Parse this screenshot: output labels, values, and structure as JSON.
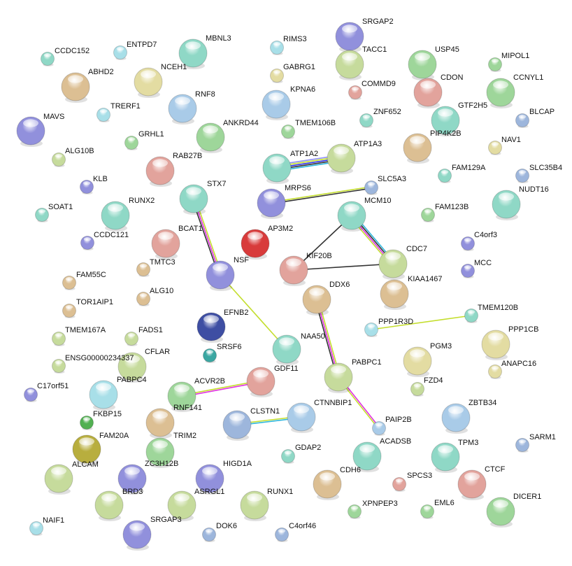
{
  "palette": {
    "teal": "#8fd8c6",
    "green": "#9ed69a",
    "cyan": "#a8dfe8",
    "purple": "#9190dc",
    "tan": "#dcbf93",
    "salmon": "#e2a39c",
    "yellow": "#e3dca2",
    "yellowgreen": "#c6db9c",
    "blue": "#9db6dc",
    "lightblue": "#a9cbe8",
    "red": "#d83b3b",
    "navy": "#3e4ea3",
    "darkteal": "#3aa7a2",
    "olive": "#b8ae3e",
    "darkgreen": "#52b052"
  },
  "evidence_colors": {
    "yellowgreen": "#c4de2e",
    "magenta": "#e033e0",
    "black": "#333333",
    "cyan": "#2fb6dc",
    "blue": "#2424e8",
    "lavender": "#8f8ff5"
  },
  "nodes": [
    {
      "label": "CCDC152",
      "color": "teal"
    },
    {
      "label": "ENTPD7",
      "color": "cyan"
    },
    {
      "label": "MBNL3",
      "color": "teal"
    },
    {
      "label": "RIMS3",
      "color": "cyan"
    },
    {
      "label": "SRGAP2",
      "color": "purple"
    },
    {
      "label": "TACC1",
      "color": "yellowgreen"
    },
    {
      "label": "USP45",
      "color": "green"
    },
    {
      "label": "MIPOL1",
      "color": "green"
    },
    {
      "label": "ABHD2",
      "color": "tan"
    },
    {
      "label": "NCEH1",
      "color": "yellow"
    },
    {
      "label": "GABRG1",
      "color": "yellow"
    },
    {
      "label": "COMMD9",
      "color": "salmon"
    },
    {
      "label": "CDON",
      "color": "salmon"
    },
    {
      "label": "CCNYL1",
      "color": "green"
    },
    {
      "label": "RNF8",
      "color": "lightblue"
    },
    {
      "label": "KPNA6",
      "color": "lightblue"
    },
    {
      "label": "TRERF1",
      "color": "cyan"
    },
    {
      "label": "MAVS",
      "color": "purple"
    },
    {
      "label": "GRHL1",
      "color": "green"
    },
    {
      "label": "ANKRD44",
      "color": "green"
    },
    {
      "label": "TMEM106B",
      "color": "green"
    },
    {
      "label": "ZNF652",
      "color": "teal"
    },
    {
      "label": "GTF2H5",
      "color": "teal"
    },
    {
      "label": "BLCAP",
      "color": "blue"
    },
    {
      "label": "PIP4K2B",
      "color": "tan"
    },
    {
      "label": "NAV1",
      "color": "yellow"
    },
    {
      "label": "ALG10B",
      "color": "yellowgreen"
    },
    {
      "label": "RAB27B",
      "color": "salmon"
    },
    {
      "label": "ATP1A2",
      "color": "teal"
    },
    {
      "label": "ATP1A3",
      "color": "yellowgreen"
    },
    {
      "label": "FAM129A",
      "color": "teal"
    },
    {
      "label": "SLC35B4",
      "color": "blue"
    },
    {
      "label": "KLB",
      "color": "purple"
    },
    {
      "label": "STX7",
      "color": "teal"
    },
    {
      "label": "SLC5A3",
      "color": "blue"
    },
    {
      "label": "MRPS6",
      "color": "purple"
    },
    {
      "label": "NUDT16",
      "color": "teal"
    },
    {
      "label": "SOAT1",
      "color": "teal"
    },
    {
      "label": "RUNX2",
      "color": "teal"
    },
    {
      "label": "MCM10",
      "color": "teal"
    },
    {
      "label": "FAM123B",
      "color": "green"
    },
    {
      "label": "CCDC121",
      "color": "purple"
    },
    {
      "label": "BCAT1",
      "color": "salmon"
    },
    {
      "label": "AP3M2",
      "color": "red"
    },
    {
      "label": "C4orf3",
      "color": "purple"
    },
    {
      "label": "CDC7",
      "color": "yellowgreen"
    },
    {
      "label": "KIF20B",
      "color": "salmon"
    },
    {
      "label": "TMTC3",
      "color": "tan"
    },
    {
      "label": "NSF",
      "color": "purple"
    },
    {
      "label": "MCC",
      "color": "purple"
    },
    {
      "label": "FAM55C",
      "color": "tan"
    },
    {
      "label": "KIAA1467",
      "color": "tan"
    },
    {
      "label": "ALG10",
      "color": "tan"
    },
    {
      "label": "DDX6",
      "color": "tan"
    },
    {
      "label": "TOR1AIP1",
      "color": "tan"
    },
    {
      "label": "TMEM120B",
      "color": "teal"
    },
    {
      "label": "EFNB2",
      "color": "navy"
    },
    {
      "label": "PPP1R3D",
      "color": "cyan"
    },
    {
      "label": "TMEM167A",
      "color": "yellowgreen"
    },
    {
      "label": "FADS1",
      "color": "yellowgreen"
    },
    {
      "label": "SRSF6",
      "color": "darkteal"
    },
    {
      "label": "NAA50",
      "color": "teal"
    },
    {
      "label": "GDF11",
      "color": "salmon"
    },
    {
      "label": "PPP1CB",
      "color": "yellow"
    },
    {
      "label": "CFLAR",
      "color": "yellowgreen"
    },
    {
      "label": "PGM3",
      "color": "yellow"
    },
    {
      "label": "ENSG00000234337",
      "color": "yellowgreen"
    },
    {
      "label": "PABPC1",
      "color": "yellowgreen"
    },
    {
      "label": "ANAPC16",
      "color": "yellow"
    },
    {
      "label": "PABPC4",
      "color": "cyan"
    },
    {
      "label": "C17orf51",
      "color": "purple"
    },
    {
      "label": "ACVR2B",
      "color": "green"
    },
    {
      "label": "RNF141",
      "color": "tan"
    },
    {
      "label": "FZD4",
      "color": "yellowgreen"
    },
    {
      "label": "FKBP15",
      "color": "darkgreen"
    },
    {
      "label": "CLSTN1",
      "color": "blue"
    },
    {
      "label": "CTNNBIP1",
      "color": "lightblue"
    },
    {
      "label": "ZBTB34",
      "color": "lightblue"
    },
    {
      "label": "PAIP2B",
      "color": "lightblue"
    },
    {
      "label": "TRIM2",
      "color": "green"
    },
    {
      "label": "FAM20A",
      "color": "olive"
    },
    {
      "label": "SARM1",
      "color": "blue"
    },
    {
      "label": "ZC3H12B",
      "color": "purple"
    },
    {
      "label": "GDAP2",
      "color": "teal"
    },
    {
      "label": "ACADSB",
      "color": "teal"
    },
    {
      "label": "TPM3",
      "color": "teal"
    },
    {
      "label": "ALCAM",
      "color": "yellowgreen"
    },
    {
      "label": "HIGD1A",
      "color": "purple"
    },
    {
      "label": "BRD3",
      "color": "yellowgreen"
    },
    {
      "label": "CDH6",
      "color": "tan"
    },
    {
      "label": "SPCS3",
      "color": "salmon"
    },
    {
      "label": "CTCF",
      "color": "salmon"
    },
    {
      "label": "ASRGL1",
      "color": "yellowgreen"
    },
    {
      "label": "RUNX1",
      "color": "yellowgreen"
    },
    {
      "label": "DICER1",
      "color": "green"
    },
    {
      "label": "XPNPEP3",
      "color": "green"
    },
    {
      "label": "EML6",
      "color": "green"
    },
    {
      "label": "SRGAP3",
      "color": "purple"
    },
    {
      "label": "C4orf46",
      "color": "blue"
    },
    {
      "label": "DOK6",
      "color": "blue"
    },
    {
      "label": "NAIF1",
      "color": "cyan"
    }
  ],
  "edges": [
    {
      "from": "ATP1A2",
      "to": "ATP1A3",
      "evidence": [
        "lavender",
        "yellowgreen",
        "blue",
        "black",
        "cyan"
      ]
    },
    {
      "from": "MRPS6",
      "to": "SLC5A3",
      "evidence": [
        "yellowgreen",
        "black"
      ]
    },
    {
      "from": "STX7",
      "to": "NSF",
      "evidence": [
        "yellowgreen",
        "magenta",
        "black"
      ]
    },
    {
      "from": "NSF",
      "to": "NAA50",
      "evidence": [
        "yellowgreen"
      ]
    },
    {
      "from": "MCM10",
      "to": "CDC7",
      "evidence": [
        "cyan",
        "black",
        "magenta",
        "yellowgreen"
      ]
    },
    {
      "from": "MCM10",
      "to": "KIF20B",
      "evidence": [
        "black"
      ]
    },
    {
      "from": "KIF20B",
      "to": "CDC7",
      "evidence": [
        "black"
      ]
    },
    {
      "from": "DDX6",
      "to": "PABPC1",
      "evidence": [
        "yellowgreen",
        "magenta",
        "black"
      ]
    },
    {
      "from": "PABPC1",
      "to": "PAIP2B",
      "evidence": [
        "magenta",
        "yellowgreen"
      ]
    },
    {
      "from": "PPP1R3D",
      "to": "TMEM120B",
      "evidence": [
        "yellowgreen"
      ]
    },
    {
      "from": "ACVR2B",
      "to": "GDF11",
      "evidence": [
        "yellowgreen",
        "magenta"
      ]
    },
    {
      "from": "CLSTN1",
      "to": "CTNNBIP1",
      "evidence": [
        "yellowgreen",
        "cyan"
      ]
    }
  ]
}
